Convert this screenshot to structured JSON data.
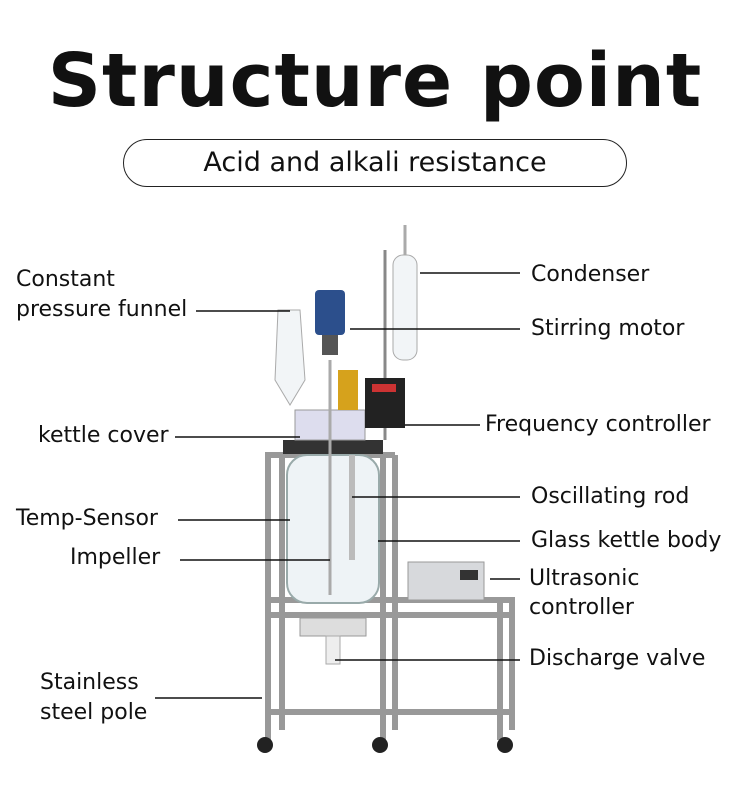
{
  "title": "Structure point",
  "subtitle": "Acid and alkali resistance",
  "labels_left": {
    "funnel_line1": "Constant",
    "funnel_line2": "pressure funnel",
    "kettle_cover": "kettle cover",
    "temp_sensor": "Temp-Sensor",
    "impeller": "Impeller",
    "pole_line1": "Stainless",
    "pole_line2": "steel pole"
  },
  "labels_right": {
    "condenser": "Condenser",
    "stirring_motor": "Stirring motor",
    "frequency_controller": "Frequency controller",
    "oscillating_rod": "Oscillating rod",
    "glass_body": "Glass kettle body",
    "ultrasonic_line1": "Ultrasonic",
    "ultrasonic_line2": "controller",
    "discharge_valve": "Discharge valve"
  }
}
